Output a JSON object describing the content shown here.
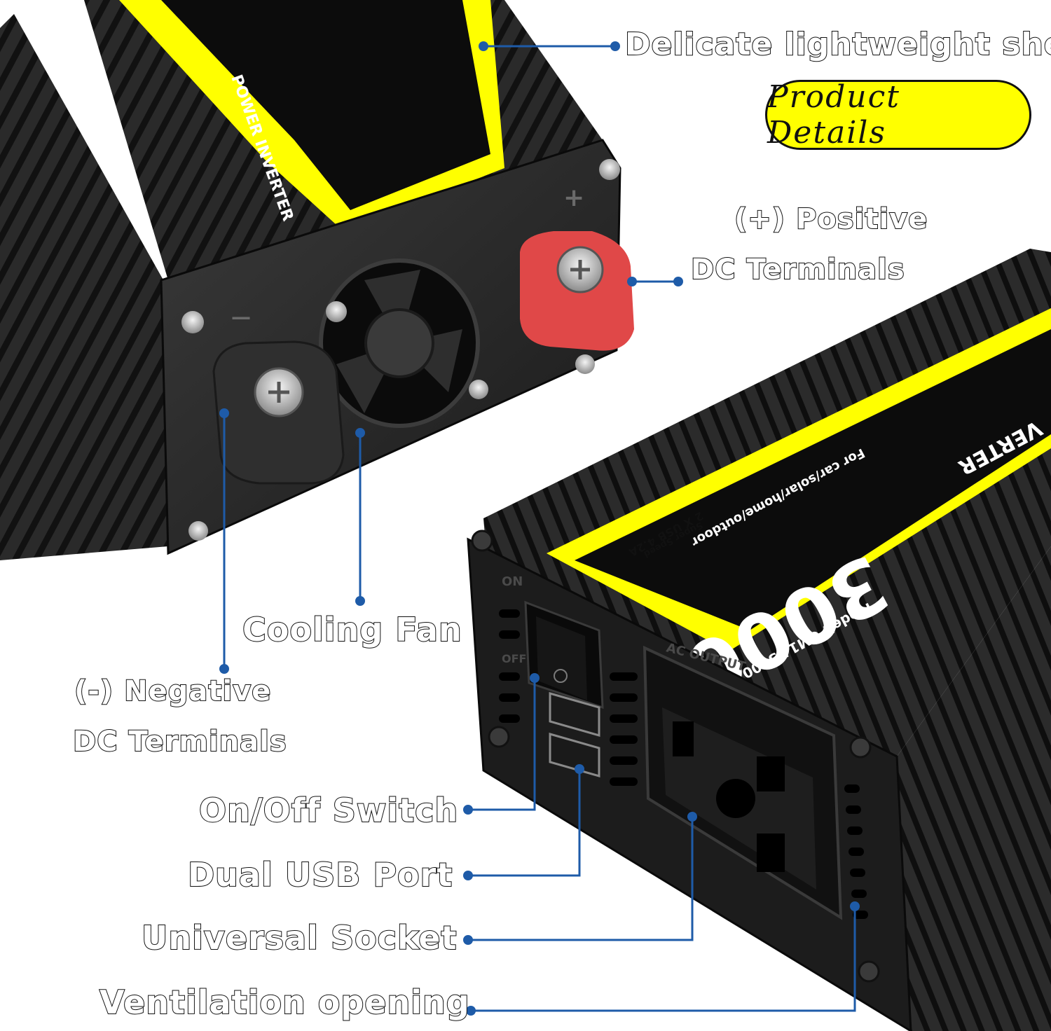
{
  "header": {
    "badge_label": "Product Details"
  },
  "callouts": {
    "shell": "Delicate lightweight shell",
    "positive_line1": "(+) Positive",
    "positive_line2": "DC Terminals",
    "cooling_fan": "Cooling Fan",
    "negative_line1": "(-) Negative",
    "negative_line2": "DC Terminals",
    "switch": "On/Off Switch",
    "usb": "Dual USB Port",
    "socket": "Universal Socket",
    "ventilation": "Ventilation opening"
  },
  "product": {
    "top_label": "POWER INVERTER",
    "front_label": "VERTER",
    "wattage": "3000W",
    "model": "Model: CM1-T3000",
    "usage": "For car/solar/home/outdoor",
    "usb_badge": "2 X USB 4.2A",
    "usb_speed": "Super Speed",
    "panel_output": "AC OUTPUT",
    "panel_on": "ON",
    "panel_off": "OFF",
    "plus_sign": "+",
    "minus_sign": "—"
  },
  "colors": {
    "accent_yellow": "#ffff00",
    "body_black": "#1c1c1c",
    "callout_line": "#1e5ba8",
    "terminal_red": "#e04848"
  },
  "icons": {
    "badge": "rounded-yellow-pill",
    "dot": "callout-dot"
  }
}
